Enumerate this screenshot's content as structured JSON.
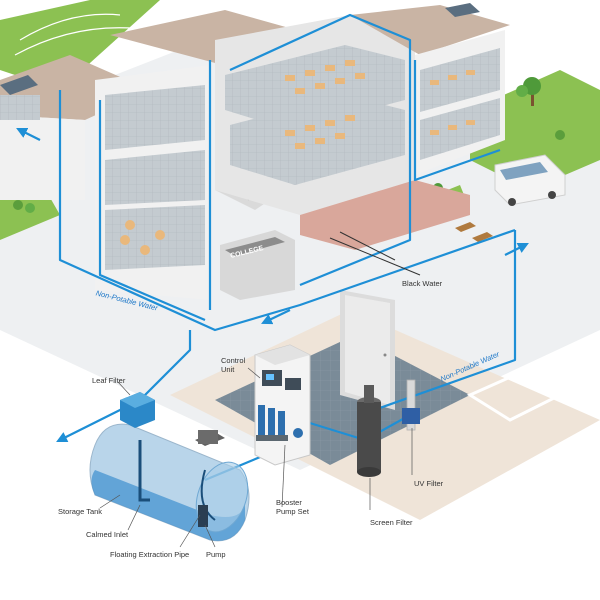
{
  "building_sign": "COLLEGE",
  "labels": {
    "black_water": "Black Water",
    "control_unit": "Control Unit",
    "leaf_filter": "Leaf Filter",
    "storage_tank": "Storage Tank",
    "calmed_inlet": "Calmed Inlet",
    "floating_extraction_pipe": "Floating Extraction Pipe",
    "pump": "Pump",
    "booster_pump_set": "Booster Pump Set",
    "screen_filter": "Screen Filter",
    "uv_filter": "UV Filter"
  },
  "flow_labels": {
    "non_potable_left": "Non-Potable Water",
    "non_potable_right": "Non-Potable Water"
  },
  "colors": {
    "pipe": "#1e8fd6",
    "roof": "#c9b4a4",
    "grass": "#8cc152",
    "floor": "#c9cfd3",
    "wall": "#f1f1f1",
    "tank": "#7fb3d9",
    "plant_floor": "#6e7f8d",
    "concrete": "#efe4d8"
  }
}
